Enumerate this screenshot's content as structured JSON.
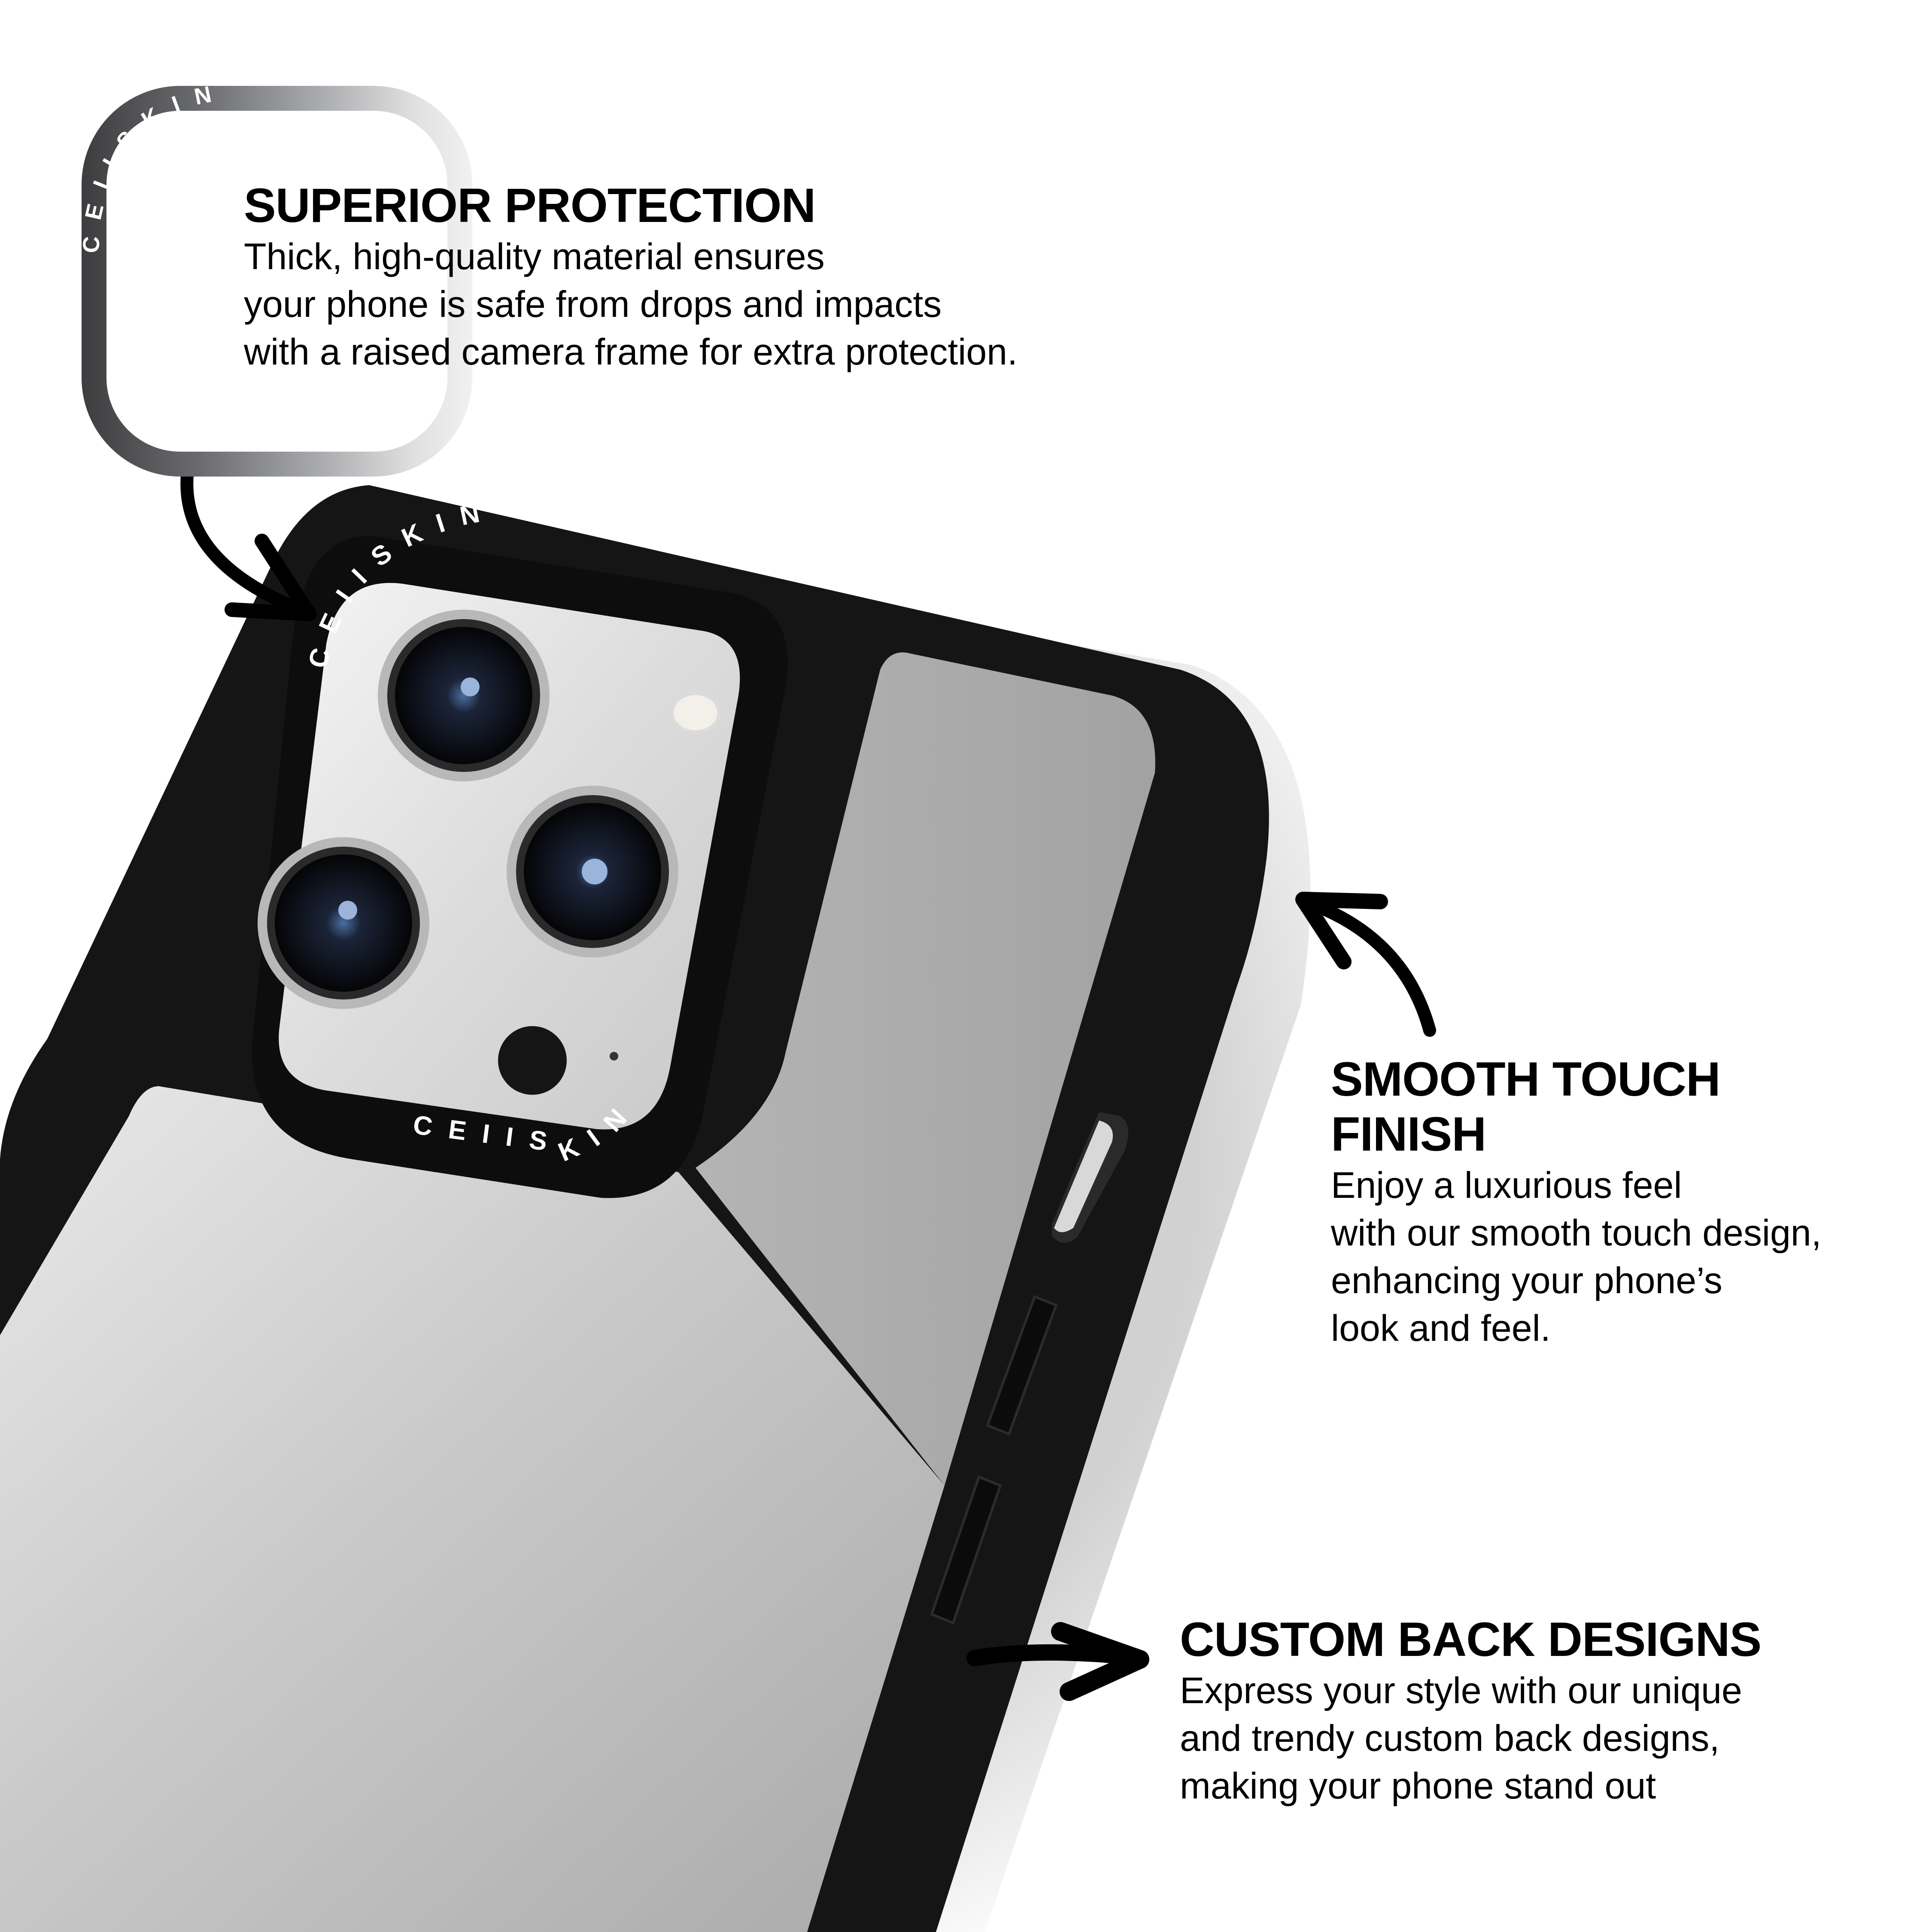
{
  "brand": {
    "name": "CEIISKIN",
    "frame_text": "CEIISKIN"
  },
  "features": [
    {
      "title": "SUPERIOR PROTECTION",
      "lines": [
        "Thick, high-quality material ensures",
        "your phone is safe from drops and impacts",
        "with a raised camera frame for extra protection."
      ],
      "arrow_icon": "curved-arrow-down-right-icon"
    },
    {
      "title_lines": [
        "SMOOTH TOUCH",
        "FINISH"
      ],
      "lines": [
        "Enjoy a luxurious feel",
        "with our smooth touch design,",
        "enhancing your phone’s",
        "look and feel."
      ],
      "arrow_icon": "curved-arrow-up-left-icon"
    },
    {
      "title": "CUSTOM BACK DESIGNS",
      "lines": [
        "Express your style with our unique",
        "and trendy custom back designs,",
        "making your phone stand out"
      ],
      "arrow_icon": "arrow-right-icon"
    }
  ],
  "colors": {
    "background": "#ffffff",
    "case_black": "#141414",
    "back_panel": "#b9b9b9",
    "text": "#000000"
  }
}
